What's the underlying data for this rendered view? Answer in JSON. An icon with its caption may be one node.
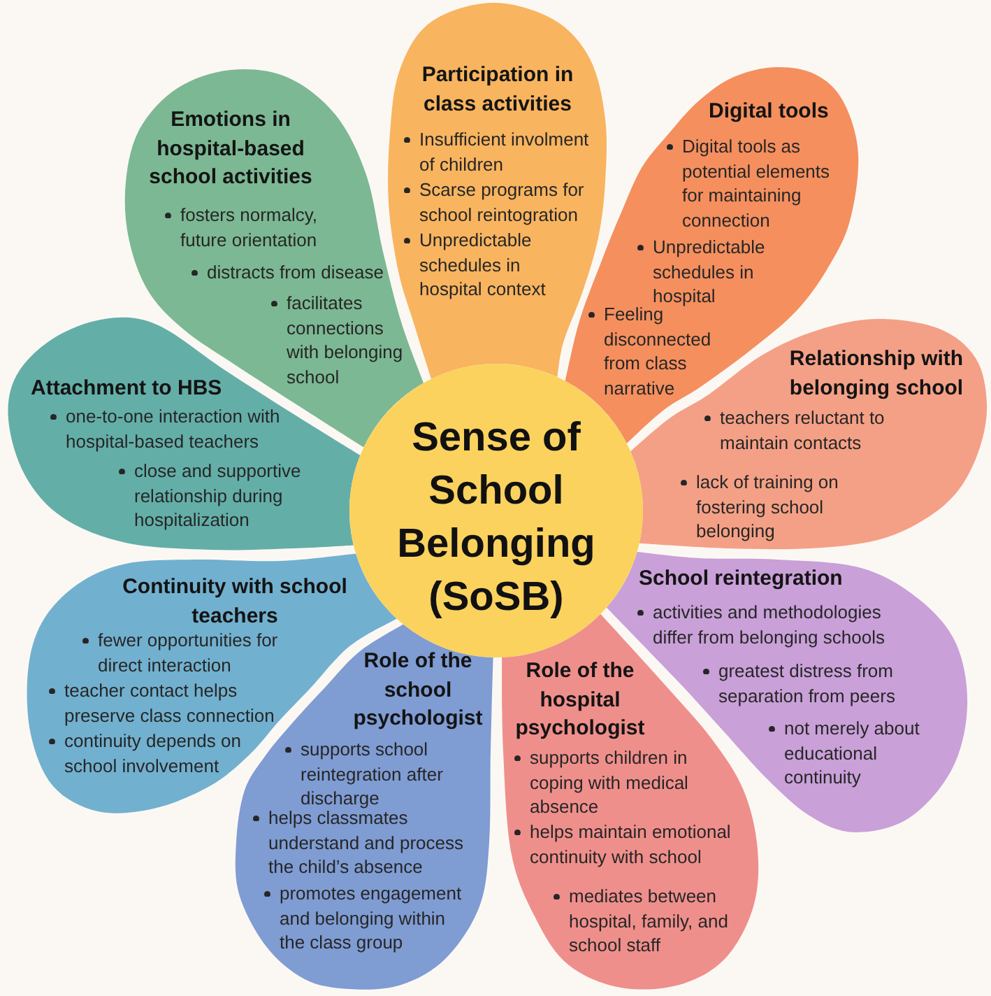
{
  "diagram": {
    "nodes": [
      {
        "text": [
          "Sense of School Belonging (SoSB)"
        ]
      },
      {
        "text": [
          "Participation in class activities",
          "Insufficient involment of children",
          "Scarse programs for school reintogration",
          "Unpredictable schedules in hospital context"
        ]
      },
      {
        "text": [
          "Digital tools",
          "Digital tools as potential elements for maintaining connection",
          "Unpredictable schedules in hospital",
          "Feeling disconnected from class narrative"
        ]
      },
      {
        "text": [
          "Relationship with belonging school",
          "teachers reluctant to maintain contacts",
          "lack of training on fostering school belonging"
        ]
      },
      {
        "text": [
          "School reintegration",
          "activities and methodologies differ from belonging schools",
          "greatest distress from separation from peers",
          "not merely about educational continuity"
        ]
      },
      {
        "text": [
          "Role of the hospital psychologist",
          "supports children in coping with medical absence",
          "helps maintain emotional continuity with school",
          "mediates between hospital, family, and school staff"
        ]
      },
      {
        "text": [
          "Role of the school psychologist",
          "supports school reintegration after discharge",
          "helps classmates understand and process the child’s absence",
          "promotes engagement and belonging within the class group"
        ]
      },
      {
        "text": [
          "Continuity with school teachers",
          "fewer opportunities for direct interaction",
          "teacher contact helps preserve class connection",
          "continuity depends on school involvement"
        ]
      },
      {
        "text": [
          "Attachment to HBS",
          "one-to-one interaction with hospital-based teachers",
          "close and supportive relationship during hospitalization"
        ]
      },
      {
        "text": [
          "Emotions in hospital-based school activities",
          "fosters normalcy, future orientation",
          "distracts from disease",
          "facilitates connections with belonging school"
        ]
      }
    ]
  }
}
